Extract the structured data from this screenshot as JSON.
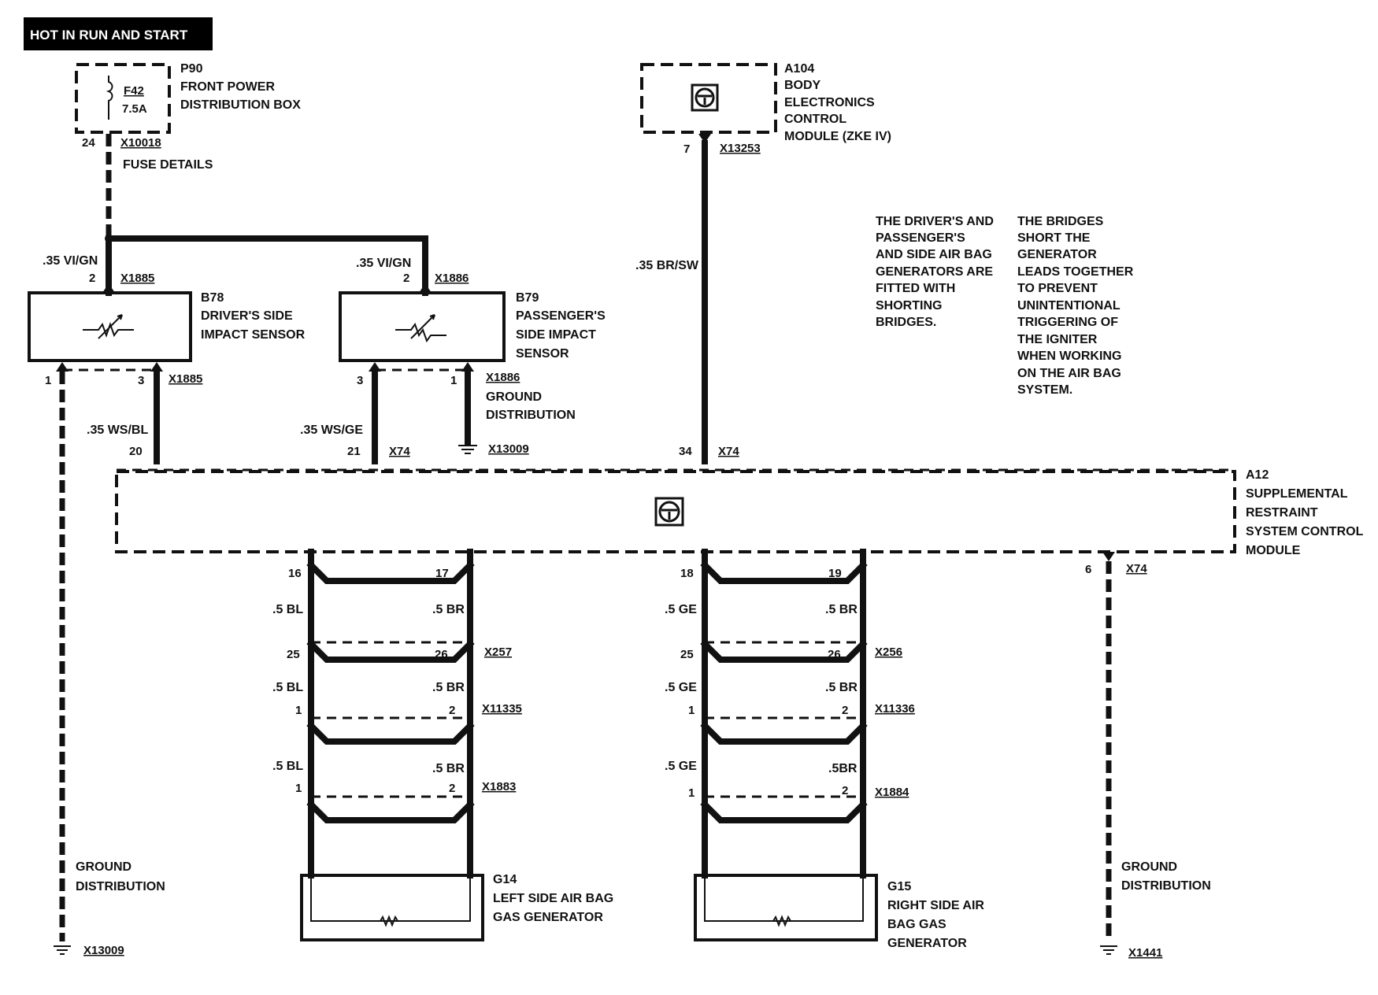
{
  "header": {
    "title": "HOT IN RUN AND START"
  },
  "p90": {
    "id": "P90",
    "name_line1": "FRONT POWER",
    "name_line2": "DISTRIBUTION BOX",
    "fuse": "F42",
    "rating": "7.5A",
    "pin": "24",
    "connector": "X10018",
    "fuse_details": "FUSE DETAILS"
  },
  "a104": {
    "id": "A104",
    "line1": "BODY",
    "line2": "ELECTRONICS",
    "line3": "CONTROL",
    "line4": "MODULE (ZKE IV)",
    "pin": "7",
    "connector": "X13253"
  },
  "wires": {
    "vi_gn_left": ".35 VI/GN",
    "vi_gn_right": ".35 VI/GN",
    "br_sw": ".35 BR/SW",
    "ws_bl": ".35 WS/BL",
    "ws_ge": ".35 WS/GE",
    "bl": ".5 BL",
    "br": ".5 BR",
    "ge": ".5 GE",
    "br_tight": ".5BR"
  },
  "b78": {
    "id": "B78",
    "line1": "DRIVER'S SIDE",
    "line2": "IMPACT SENSOR",
    "pin_top": "2",
    "connector_top": "X1885",
    "pin_left": "1",
    "pin_right": "3",
    "connector_bottom": "X1885"
  },
  "b79": {
    "id": "B79",
    "line1": "PASSENGER'S",
    "line2": "SIDE IMPACT",
    "line3": "SENSOR",
    "pin_top": "2",
    "connector_top": "X1886",
    "pin_left": "3",
    "pin_right": "1",
    "connector_bottom": "X1886",
    "ground_line1": "GROUND",
    "ground_line2": "DISTRIBUTION",
    "ground_connector": "X13009"
  },
  "note1": [
    "THE DRIVER'S AND",
    "PASSENGER'S",
    "AND SIDE AIR BAG",
    "GENERATORS ARE",
    "FITTED WITH",
    "SHORTING",
    "BRIDGES."
  ],
  "note2": [
    "THE BRIDGES",
    "SHORT THE",
    "GENERATOR",
    "LEADS TOGETHER",
    "TO PREVENT",
    "UNINTENTIONAL",
    "TRIGGERING OF",
    "THE IGNITER",
    "WHEN WORKING",
    "ON THE AIR BAG",
    "SYSTEM."
  ],
  "a12": {
    "id": "A12",
    "line1": "SUPPLEMENTAL",
    "line2": "RESTRAINT",
    "line3": "SYSTEM CONTROL",
    "line4": "MODULE",
    "pin20": "20",
    "pin21": "21",
    "pin34": "34",
    "connector_top_mid": "X74",
    "connector_top_right": "X74",
    "pin16": "16",
    "pin17": "17",
    "pin18": "18",
    "pin19": "19",
    "pin6": "6",
    "connector_pin6": "X74"
  },
  "left_chain": {
    "pin25": "25",
    "pin26": "26",
    "conn1": "X257",
    "pin1a": "1",
    "pin2a": "2",
    "conn2": "X11335",
    "pin1b": "1",
    "pin2b": "2",
    "conn3": "X1883"
  },
  "right_chain": {
    "pin25": "25",
    "pin26": "26",
    "conn1": "X256",
    "pin1a": "1",
    "pin2a": "2",
    "conn2": "X11336",
    "pin1b": "1",
    "pin2b": "2",
    "conn3": "X1884"
  },
  "g14": {
    "id": "G14",
    "line1": "LEFT SIDE AIR BAG",
    "line2": "GAS GENERATOR"
  },
  "g15": {
    "id": "G15",
    "line1": "RIGHT SIDE AIR",
    "line2": "BAG GAS",
    "line3": "GENERATOR"
  },
  "ground_left": {
    "line1": "GROUND",
    "line2": "DISTRIBUTION",
    "connector": "X13009"
  },
  "ground_right": {
    "line1": "GROUND",
    "line2": "DISTRIBUTION",
    "connector": "X1441"
  }
}
